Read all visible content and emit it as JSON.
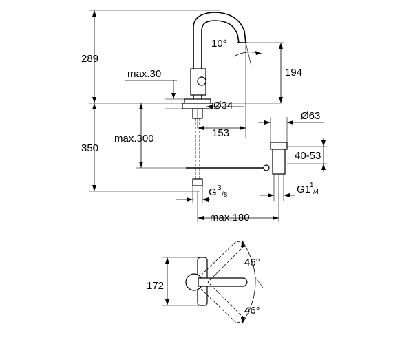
{
  "diagram": {
    "dimensions": {
      "height_total": "289",
      "spout_height": "194",
      "angle_top": "10°",
      "deck_max": "max.30",
      "base_diameter": "Ø34",
      "reach": "153",
      "lower_height": "350",
      "hose_max": "max.300",
      "waste_diameter": "Ø63",
      "waste_range": "40-53",
      "thread_g": "G",
      "thread_g_sup": "3",
      "thread_g_sub": "/8",
      "thread_g1": "G1",
      "thread_g1_sup": "1",
      "thread_g1_sub": "/4",
      "distance_max": "max.180",
      "plan_width": "172",
      "rot_top": "46°",
      "rot_bottom": "46°"
    }
  }
}
